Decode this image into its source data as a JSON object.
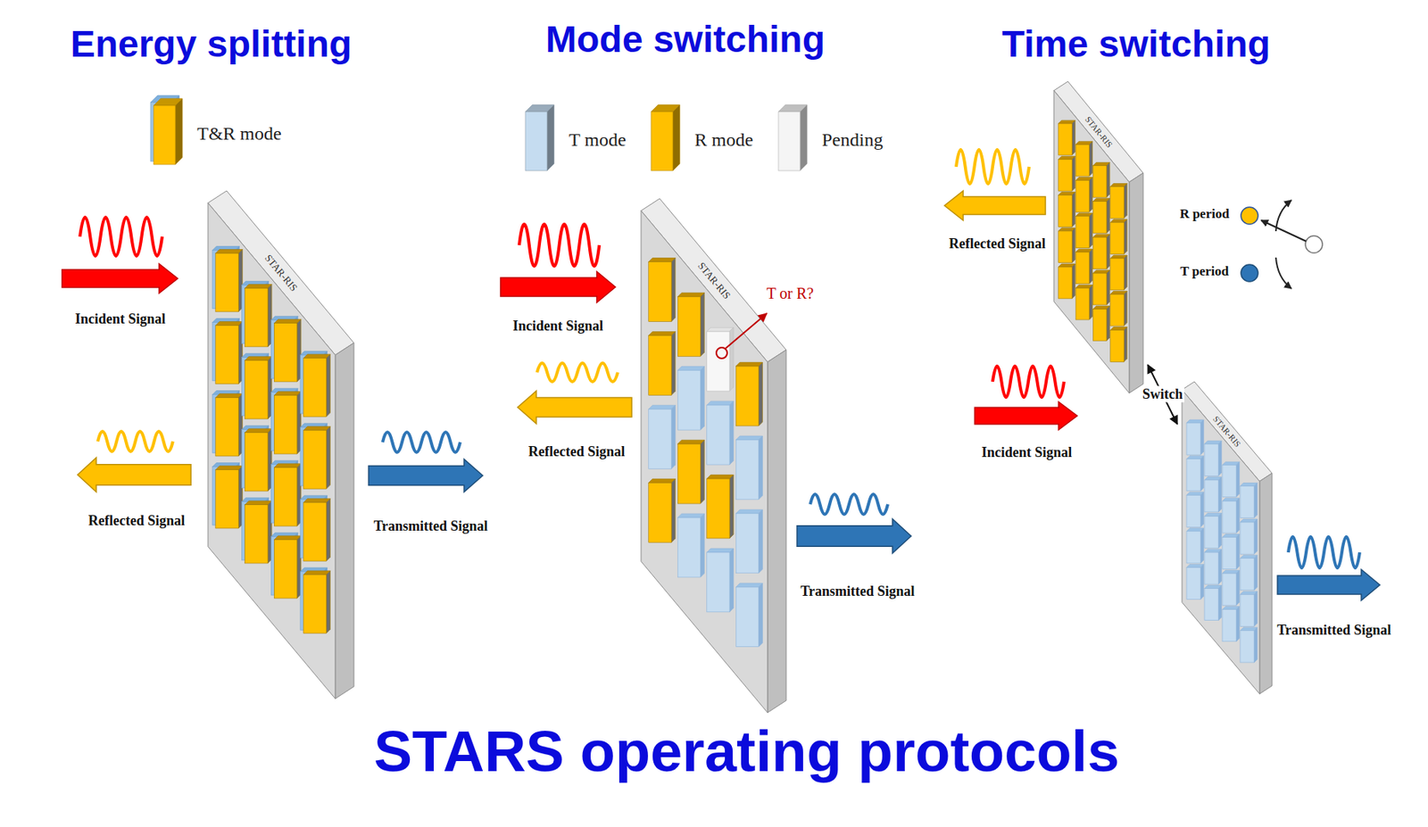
{
  "diagram": {
    "caption": "STARS operating protocols",
    "nodes": [
      {
        "text": [
          "STAR-RIS"
        ]
      },
      {
        "text": [
          "STAR-RIS"
        ]
      },
      {
        "text": [
          "STAR-RIS"
        ]
      },
      {
        "text": [
          "STAR-RIS"
        ]
      }
    ],
    "edges": [
      {
        "from": 2,
        "to": 3,
        "label": "Switch",
        "arrow": "both"
      }
    ],
    "labels": [
      "Energy splitting",
      "Mode switching",
      "Time switching",
      "Incident Signal",
      "Reflected Signal",
      "Transmitted Signal",
      "Incident Signal",
      "T or R?",
      "Reflected Signal",
      "Transmitted Signal",
      "Reflected Signal",
      "R period",
      "T period",
      "Incident Signal",
      "Transmitted Signal"
    ],
    "legend": [
      {
        "text": "T&R mode",
        "color": "#ffc000"
      },
      {
        "text": "T mode",
        "color": "#c5dcf0"
      },
      {
        "text": "R mode",
        "color": "#ffc000"
      },
      {
        "text": "Pending",
        "color": "#f5f5f5"
      }
    ]
  }
}
